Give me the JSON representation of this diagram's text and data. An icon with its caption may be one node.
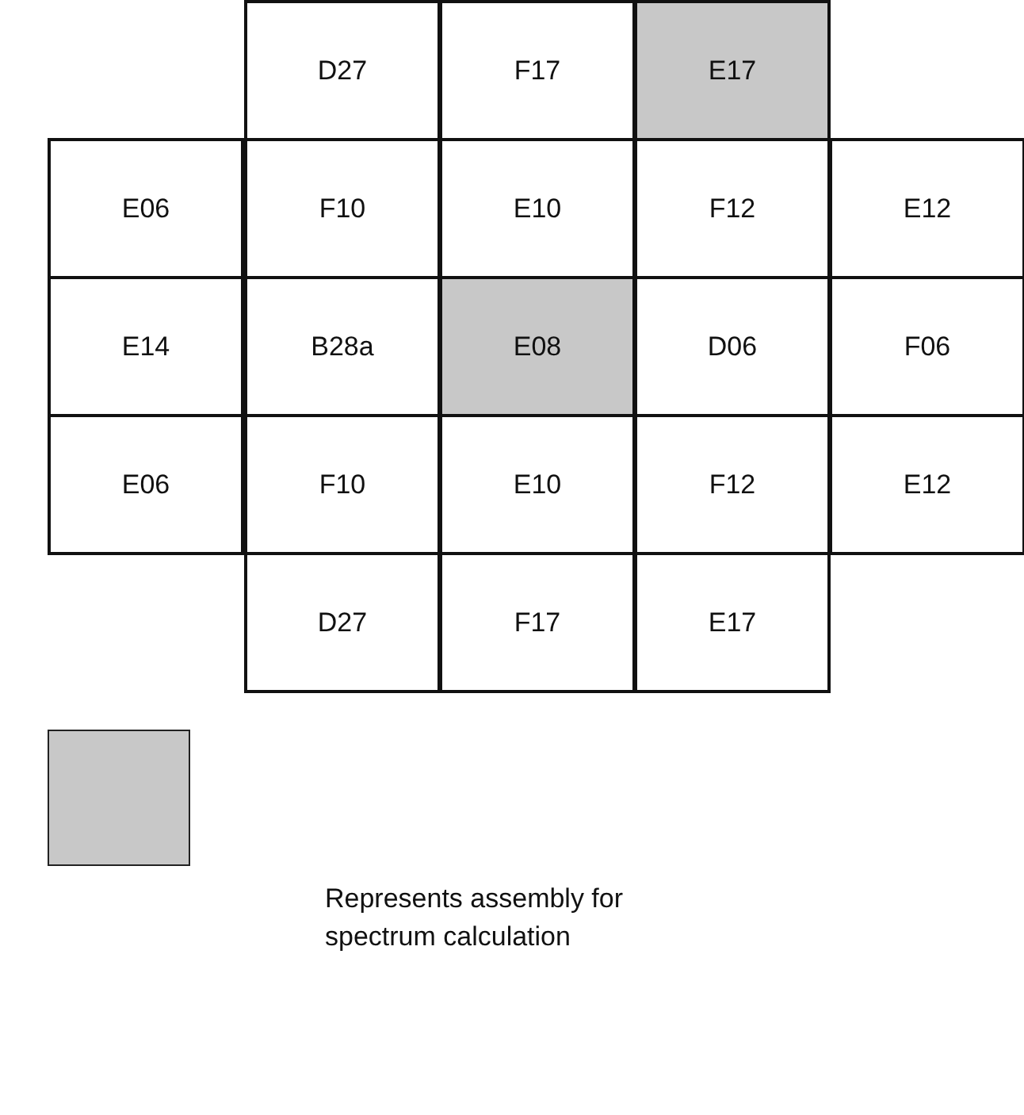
{
  "diagram": {
    "nodes": [
      {
        "text": [
          "D27"
        ]
      },
      {
        "text": [
          "F17"
        ]
      },
      {
        "text": [
          "E17"
        ]
      },
      {
        "text": [
          "E06"
        ]
      },
      {
        "text": [
          "F10"
        ]
      },
      {
        "text": [
          "E10"
        ]
      },
      {
        "text": [
          "F12"
        ]
      },
      {
        "text": [
          "E12"
        ]
      },
      {
        "text": [
          "E14"
        ]
      },
      {
        "text": [
          "B28a"
        ]
      },
      {
        "text": [
          "E08"
        ]
      },
      {
        "text": [
          "D06"
        ]
      },
      {
        "text": [
          "F06"
        ]
      },
      {
        "text": [
          "E06"
        ]
      },
      {
        "text": [
          "F10"
        ]
      },
      {
        "text": [
          "E10"
        ]
      },
      {
        "text": [
          "F12"
        ]
      },
      {
        "text": [
          "E12"
        ]
      },
      {
        "text": [
          "D27"
        ]
      },
      {
        "text": [
          "F17"
        ]
      },
      {
        "text": [
          "E17"
        ]
      }
    ],
    "legend": [
      {
        "text": "Represents assembly for spectrum calculation",
        "color": "#c8c8c8"
      }
    ]
  }
}
